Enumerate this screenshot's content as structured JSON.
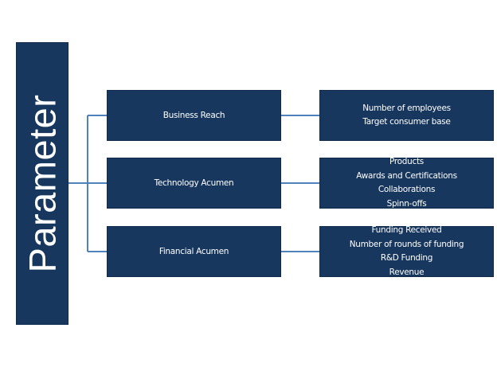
{
  "root": {
    "label": "Parameter"
  },
  "branches": [
    {
      "label": "Business Reach",
      "details": [
        "Number of employees",
        "Target consumer base"
      ]
    },
    {
      "label": "Technology Acumen",
      "details": [
        "Products",
        "Awards and Certifications",
        "Collaborations",
        "Spinn-offs"
      ]
    },
    {
      "label": "Financial Acumen",
      "details": [
        "Funding Received",
        "Number of rounds of funding",
        "R&D Funding",
        "Revenue"
      ]
    }
  ],
  "colors": {
    "box_fill": "#17375e",
    "connector": "#4f81bd",
    "text": "#ffffff"
  }
}
